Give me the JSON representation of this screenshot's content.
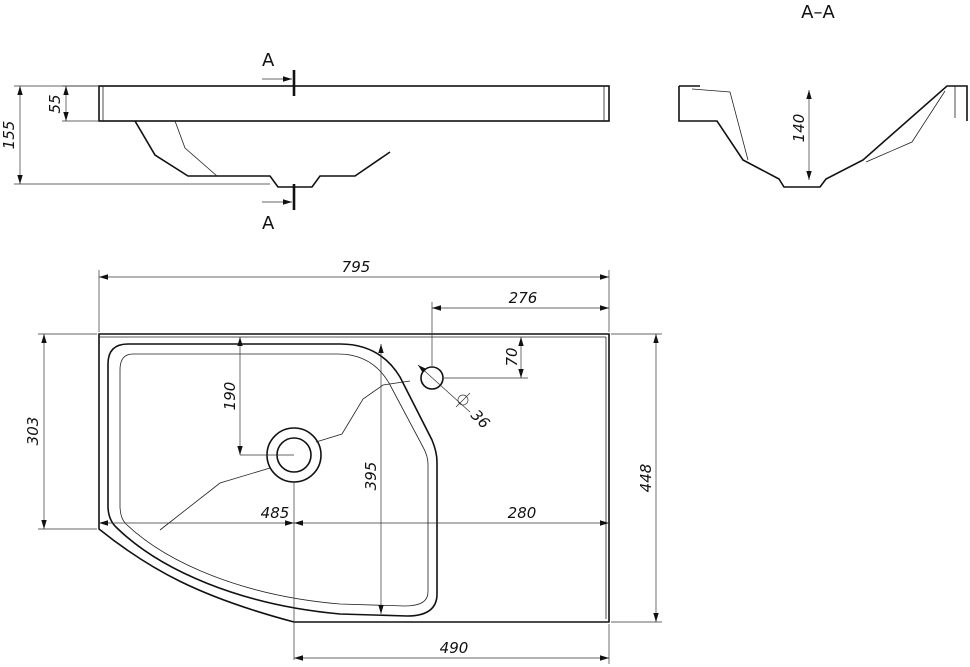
{
  "section": {
    "title": "A–A",
    "marker": "A"
  },
  "dims": {
    "side_height_total": "155",
    "side_height_top": "55",
    "section_depth": "140",
    "overall_width": "795",
    "tap_offset_x": "276",
    "tap_offset_y": "70",
    "tap_diameter": "36",
    "drain_offset_y": "190",
    "left_height": "303",
    "overall_depth": "448",
    "bowl_depth": "395",
    "drain_left": "485",
    "drain_right": "280",
    "bottom_width": "490"
  }
}
